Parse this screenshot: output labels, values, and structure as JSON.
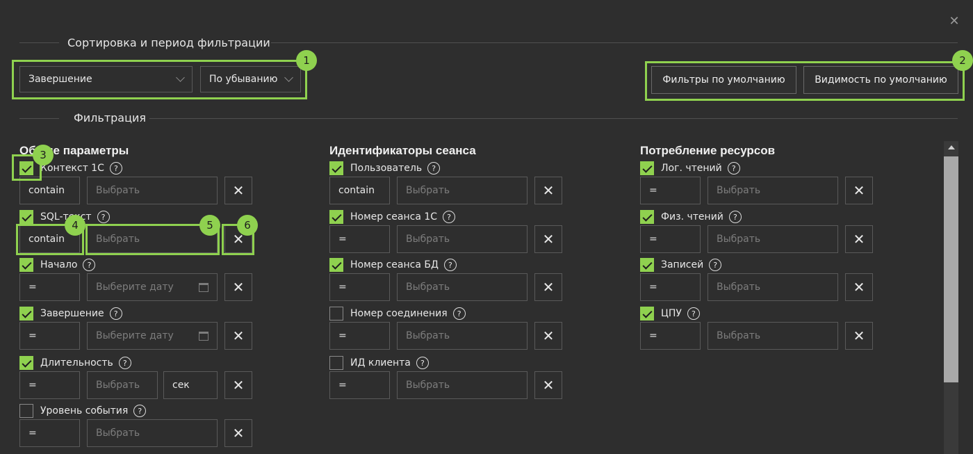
{
  "close_glyph": "✕",
  "sorting": {
    "title": "Сортировка и период фильтрации",
    "sort_field": "Завершение",
    "sort_order": "По убыванию",
    "btn_default_filters": "Фильтры по умолчанию",
    "btn_default_visibility": "Видимость по умолчанию"
  },
  "filtering": {
    "title": "Фильтрация"
  },
  "badges": [
    "1",
    "2",
    "3",
    "4",
    "5",
    "6"
  ],
  "columns": [
    {
      "title": "Общие параметры",
      "filters": [
        {
          "label": "Контекст 1С",
          "checked": true,
          "op": "contain",
          "placeholder": "Выбрать"
        },
        {
          "label": "SQL-текст",
          "checked": true,
          "op": "contain",
          "placeholder": "Выбрать"
        },
        {
          "label": "Начало",
          "checked": true,
          "op": "=",
          "placeholder": "Выберите дату"
        },
        {
          "label": "Завершение",
          "checked": true,
          "op": "=",
          "placeholder": "Выберите дату"
        },
        {
          "label": "Длительность",
          "checked": true,
          "op": "=",
          "placeholder": "Выбрать",
          "unit": "сек"
        },
        {
          "label": "Уровень события",
          "checked": false,
          "op": "=",
          "placeholder": "Выбрать"
        }
      ]
    },
    {
      "title": "Идентификаторы сеанса",
      "filters": [
        {
          "label": "Пользователь",
          "checked": true,
          "op": "contain",
          "placeholder": "Выбрать"
        },
        {
          "label": "Номер сеанса 1С",
          "checked": true,
          "op": "=",
          "placeholder": "Выбрать"
        },
        {
          "label": "Номер сеанса БД",
          "checked": true,
          "op": "=",
          "placeholder": "Выбрать"
        },
        {
          "label": "Номер соединения",
          "checked": false,
          "op": "=",
          "placeholder": "Выбрать"
        },
        {
          "label": "ИД клиента",
          "checked": false,
          "op": "=",
          "placeholder": "Выбрать"
        }
      ]
    },
    {
      "title": "Потребление ресурсов",
      "filters": [
        {
          "label": "Лог. чтений",
          "checked": true,
          "op": "=",
          "placeholder": "Выбрать"
        },
        {
          "label": "Физ. чтений",
          "checked": true,
          "op": "=",
          "placeholder": "Выбрать"
        },
        {
          "label": "Записей",
          "checked": true,
          "op": "=",
          "placeholder": "Выбрать"
        },
        {
          "label": "ЦПУ",
          "checked": true,
          "op": "=",
          "placeholder": "Выбрать"
        }
      ]
    }
  ],
  "icons": {
    "help": "?",
    "remove": "✕",
    "calendar": "calendar-icon",
    "chevron": "chevron-down-icon"
  },
  "colors": {
    "accent": "#8fd14f",
    "background": "#2e2e2e"
  }
}
